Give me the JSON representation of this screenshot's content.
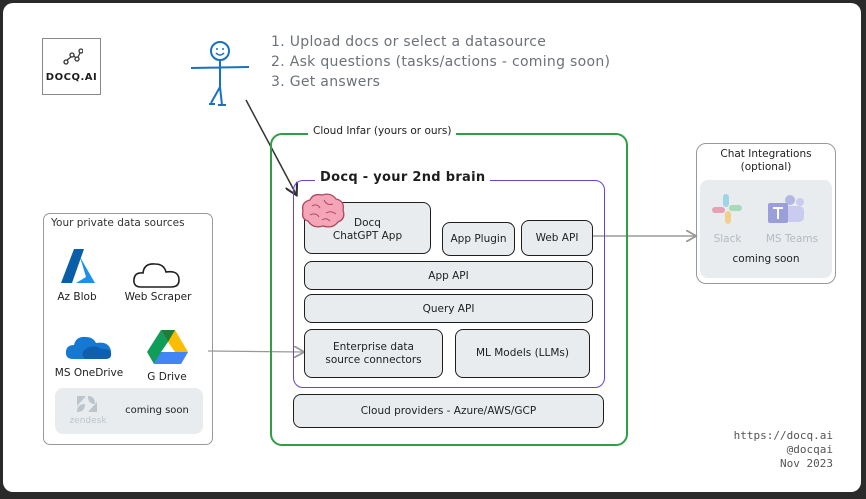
{
  "logo": {
    "text": "DOCQ.AI"
  },
  "steps": [
    "1. Upload docs or select a datasource",
    "2. Ask questions (tasks/actions - coming soon)",
    "3. Get answers"
  ],
  "data_sources": {
    "title": "Your private data sources",
    "items": [
      {
        "label": "Az Blob",
        "icon": "azure-icon"
      },
      {
        "label": "Web Scraper",
        "icon": "cloud-icon"
      },
      {
        "label": "MS OneDrive",
        "icon": "onedrive-icon"
      },
      {
        "label": "G Drive",
        "icon": "google-drive-icon"
      }
    ],
    "coming_soon": {
      "brand": "zendesk",
      "label": "coming soon"
    }
  },
  "cloud_infra": {
    "title": "Cloud Infar (yours or ours)",
    "docq": {
      "title": "Docq - your 2nd brain",
      "chatgpt_app": "Docq\nChatGPT App",
      "app_plugin": "App Plugin",
      "web_api": "Web API",
      "app_api": "App API",
      "query_api": "Query API",
      "connectors": "Enterprise data\nsource connectors",
      "ml_models": "ML Models (LLMs)"
    },
    "cloud_providers": "Cloud providers - Azure/AWS/GCP"
  },
  "chat_integrations": {
    "title": "Chat Integrations\n(optional)",
    "items": [
      {
        "label": "Slack",
        "icon": "slack-icon"
      },
      {
        "label": "MS Teams",
        "icon": "ms-teams-icon"
      }
    ],
    "status": "coming soon"
  },
  "footer": {
    "url": "https://docq.ai",
    "handle": "@docqai",
    "date": "Nov 2023"
  },
  "colors": {
    "green": "#2f9e44",
    "purple": "#6741d9",
    "fill": "#e9ecef"
  }
}
